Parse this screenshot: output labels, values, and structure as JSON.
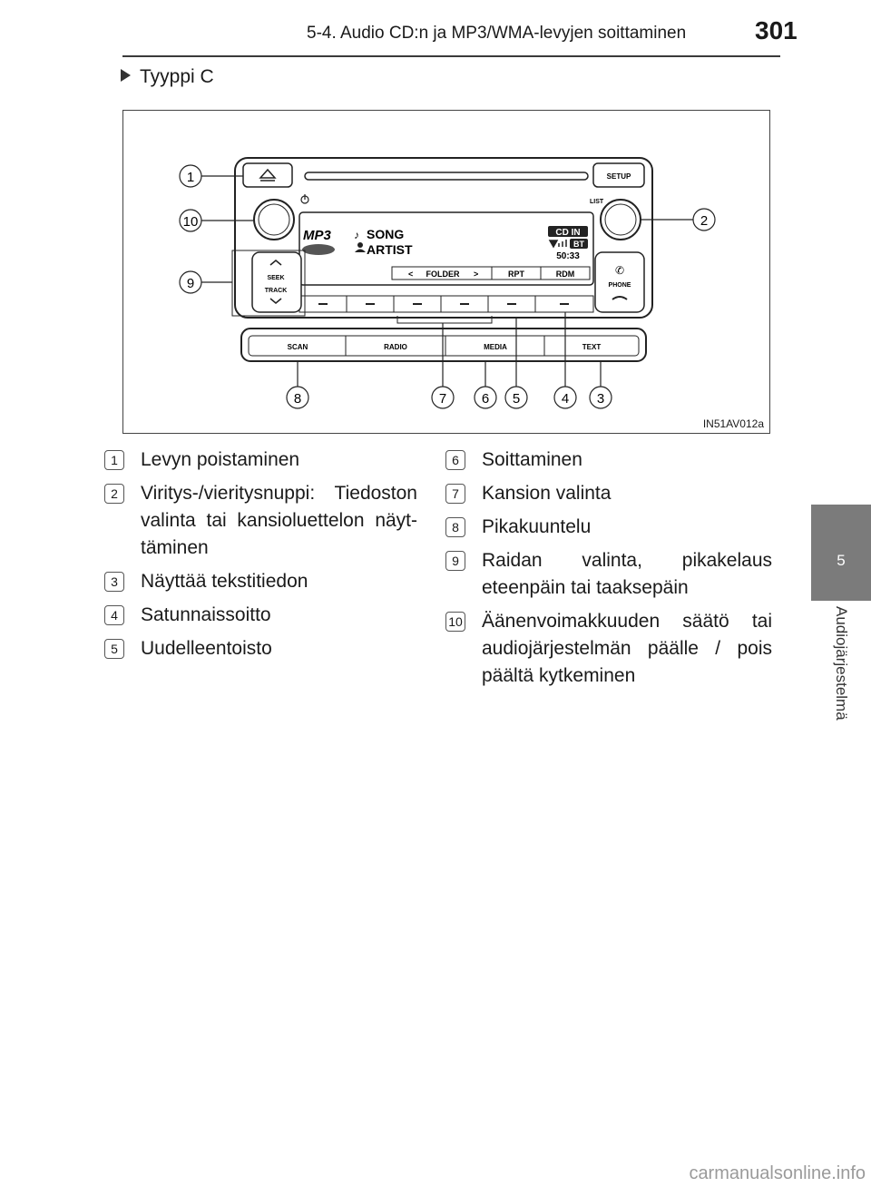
{
  "header": {
    "title": "5-4. Audio CD:n ja MP3/WMA-levyjen soittaminen",
    "page_number": "301"
  },
  "side_tab": {
    "chapter": "5",
    "section": "Audiojärjestelmä"
  },
  "subheading": "Tyyppi C",
  "figure": {
    "code": "IN51AV012a",
    "buttons": {
      "setup": "SETUP",
      "list": "LIST",
      "seek": "SEEK",
      "track": "TRACK",
      "phone": "PHONE",
      "scan": "SCAN",
      "radio": "RADIO",
      "media": "MEDIA",
      "text": "TEXT"
    },
    "display": {
      "format": "MP3",
      "song": "SONG",
      "artist": "ARTIST",
      "cd_in": "CD IN",
      "bt": "BT",
      "time": "50:33",
      "folder": "FOLDER",
      "rpt": "RPT",
      "rdm": "RDM"
    },
    "callouts": [
      "1",
      "2",
      "3",
      "4",
      "5",
      "6",
      "7",
      "8",
      "9",
      "10"
    ]
  },
  "legend": {
    "left": [
      {
        "num": "1",
        "text": "Levyn poistaminen"
      },
      {
        "num": "2",
        "text": "Viritys-/vieritysnuppi: Tiedoston valinta tai kansioluettelon näyt-täminen"
      },
      {
        "num": "3",
        "text": "Näyttää tekstitiedon"
      },
      {
        "num": "4",
        "text": "Satunnaissoitto"
      },
      {
        "num": "5",
        "text": "Uudelleentoisto"
      }
    ],
    "right": [
      {
        "num": "6",
        "text": "Soittaminen"
      },
      {
        "num": "7",
        "text": "Kansion valinta"
      },
      {
        "num": "8",
        "text": "Pikakuuntelu"
      },
      {
        "num": "9",
        "text": "Raidan valinta, pikakelaus eteenpäin tai taaksepäin"
      },
      {
        "num": "10",
        "text": "Äänenvoimakkuuden säätö tai audiojärjestelmän päälle / pois päältä kytkeminen"
      }
    ]
  },
  "watermark": "carmanualsonline.info"
}
